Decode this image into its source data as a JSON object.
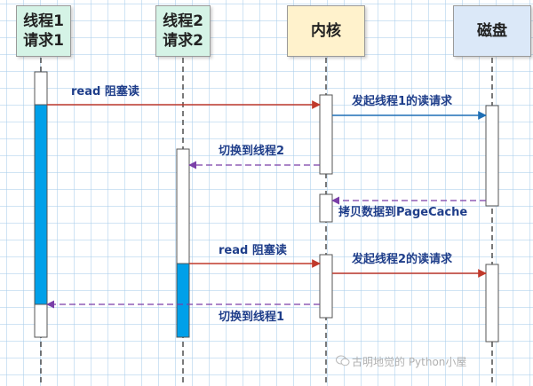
{
  "participants": {
    "thread1": [
      "线程1",
      "请求1"
    ],
    "thread2": [
      "线程2",
      "请求2"
    ],
    "kernel": "内核",
    "disk": "磁盘"
  },
  "messages": {
    "m1": "read  阻塞读",
    "m2": "发起线程1的读请求",
    "m3": "切换到线程2",
    "m4": "拷贝数据到PageCache",
    "m5": "read  阻塞读",
    "m6": "发起线程2的读请求",
    "m7": "切换到线程1"
  },
  "watermark": "古明地觉的 Python小屋",
  "colors": {
    "solid_arrow_red": "#c0392b",
    "solid_arrow_blue": "#1f6fb5",
    "dashed_arrow": "#7a3fa8",
    "active_fill": "#00a0e9"
  }
}
